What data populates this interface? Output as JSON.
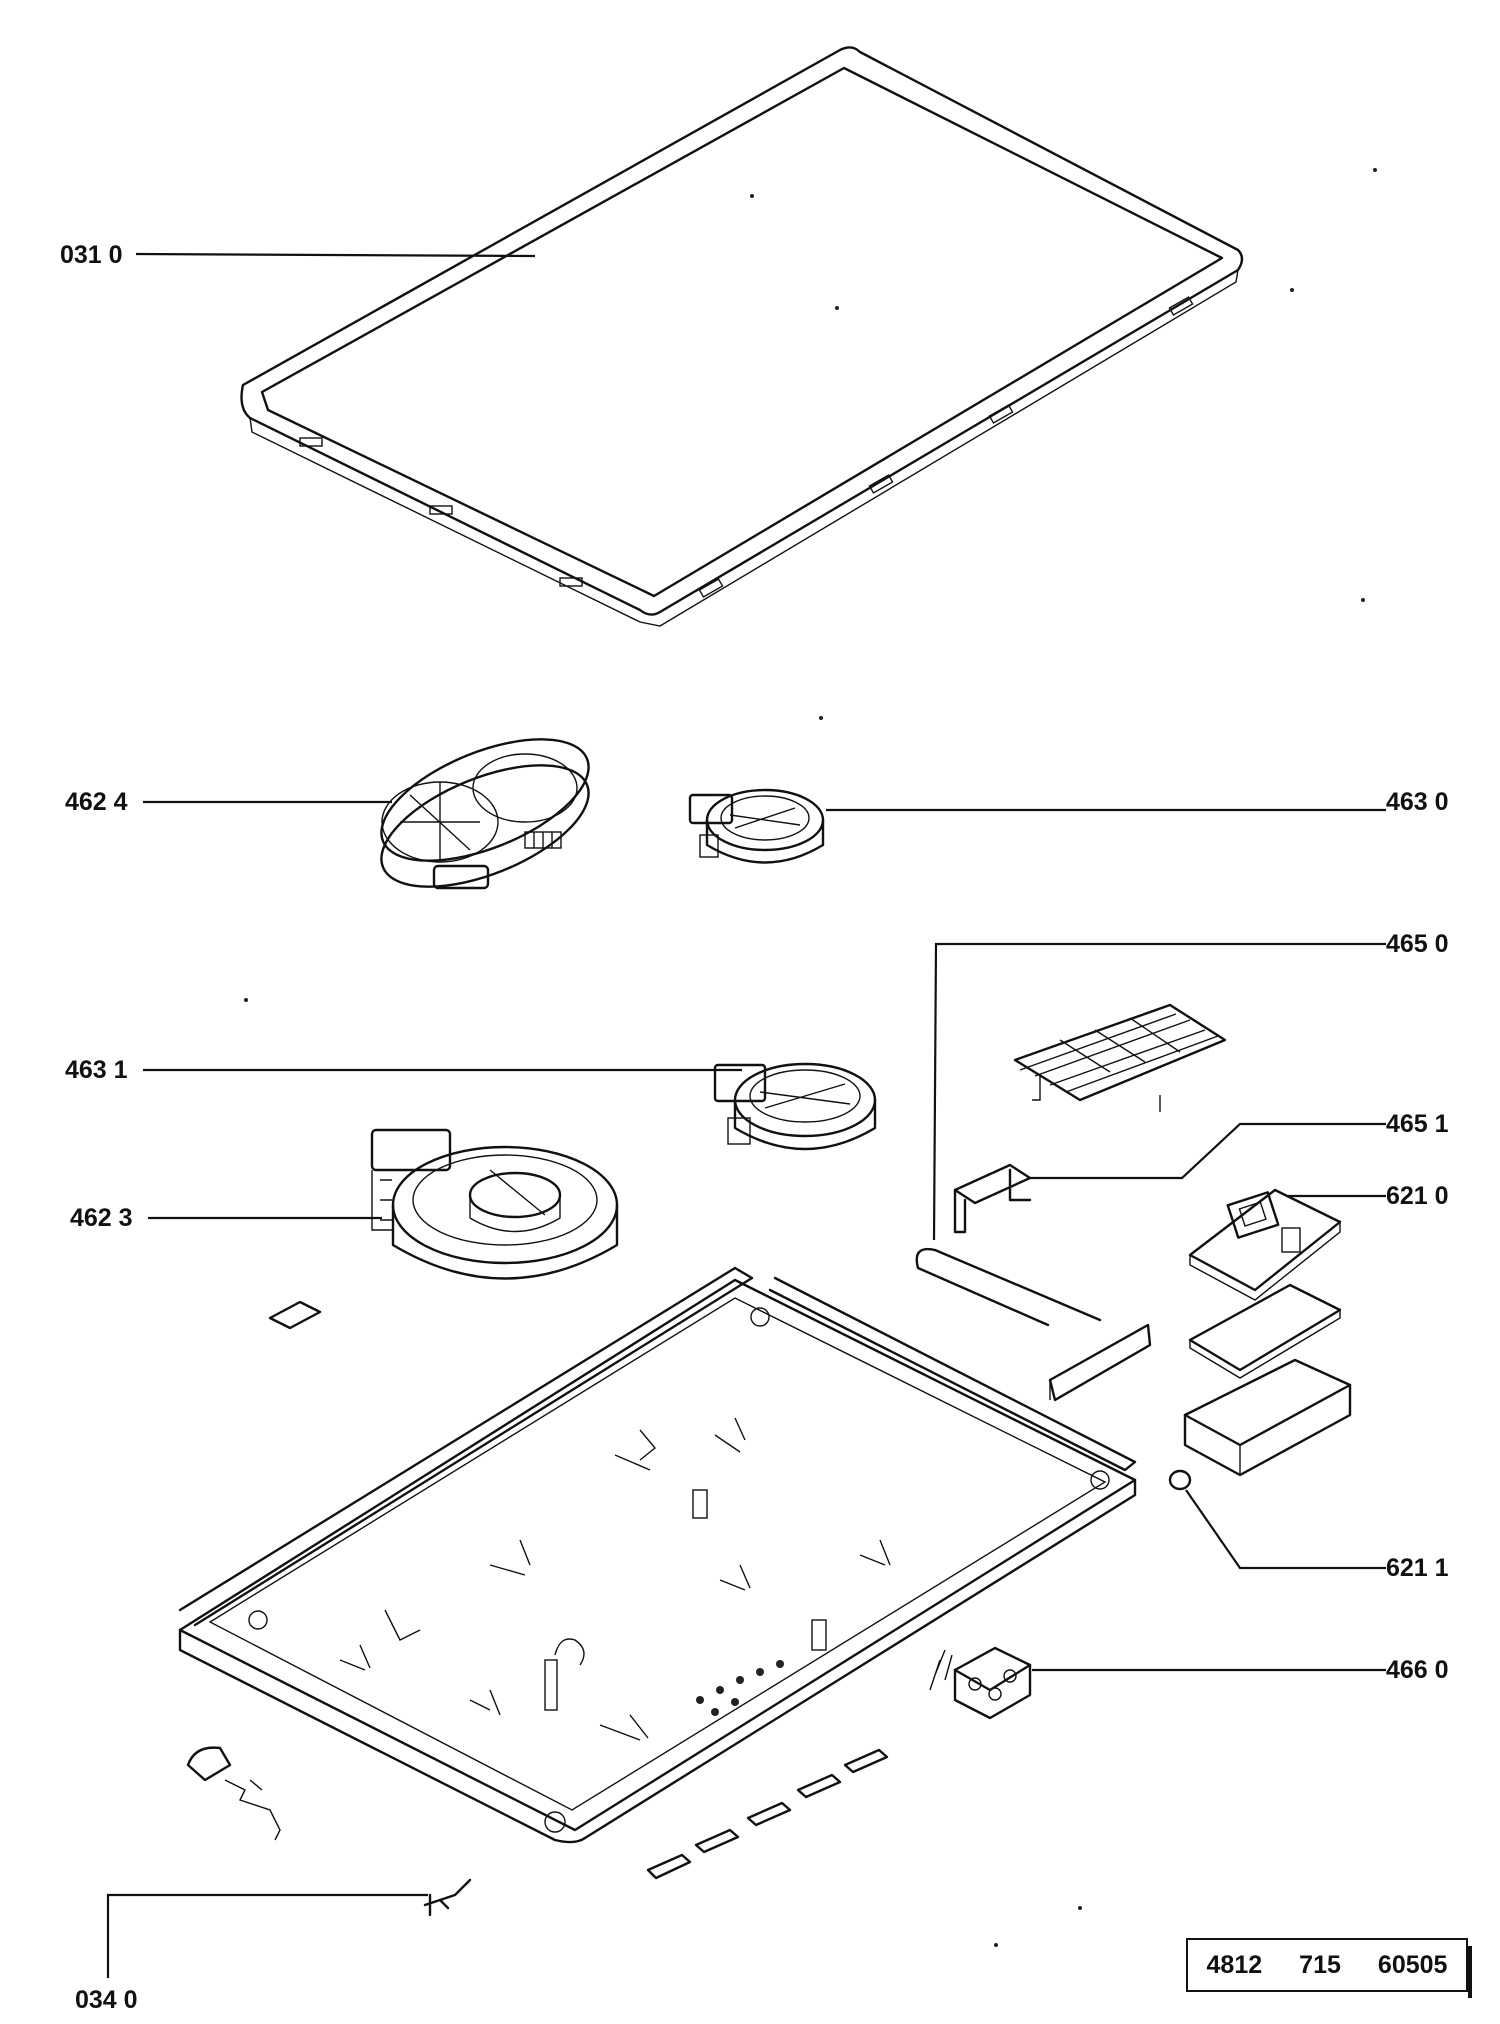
{
  "labels": {
    "l0310": "031 0",
    "l4624": "462 4",
    "l4630": "463 0",
    "l4650": "465 0",
    "l4631": "463 1",
    "l4651": "465 1",
    "l4623": "462 3",
    "l6210": "621 0",
    "l6211": "621 1",
    "l4660": "466 0",
    "l0340": "034 0"
  },
  "doc_number": {
    "part1": "4812",
    "part2": "715",
    "part3": "60505"
  }
}
